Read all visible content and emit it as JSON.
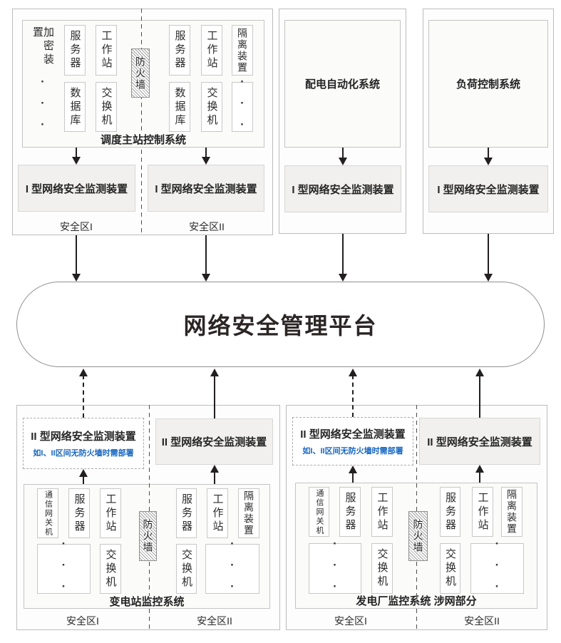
{
  "diagram": {
    "platform_label": "网络安全管理平台",
    "monitor_type1_label": "I 型网络安全监测装置",
    "monitor_type2_label": "II 型网络安全监测装置",
    "monitor_type2_note": "如I、II区间无防火墙时需部署",
    "zone1_label": "安全区I",
    "zone2_label": "安全区II",
    "systems": {
      "dispatch_master": "调度主站控制系统",
      "distribution_automation": "配电自动化系统",
      "load_control": "负荷控制系统",
      "substation_monitoring": "变电站监控系统",
      "plant_monitoring": "发电厂监控系统 涉网部分"
    },
    "devices": {
      "encryption": "加密装置",
      "server": "服务器",
      "workstation": "工作站",
      "database": "数据库",
      "switch": "交换机",
      "firewall": "防火墙",
      "isolation": "隔离装置",
      "gateway": "通信网关机",
      "ellipsis": "···"
    },
    "colors": {
      "note_blue": "#1565c0",
      "arrow_black": "#231f20",
      "monitor_fill": "#f1f0ee"
    }
  }
}
